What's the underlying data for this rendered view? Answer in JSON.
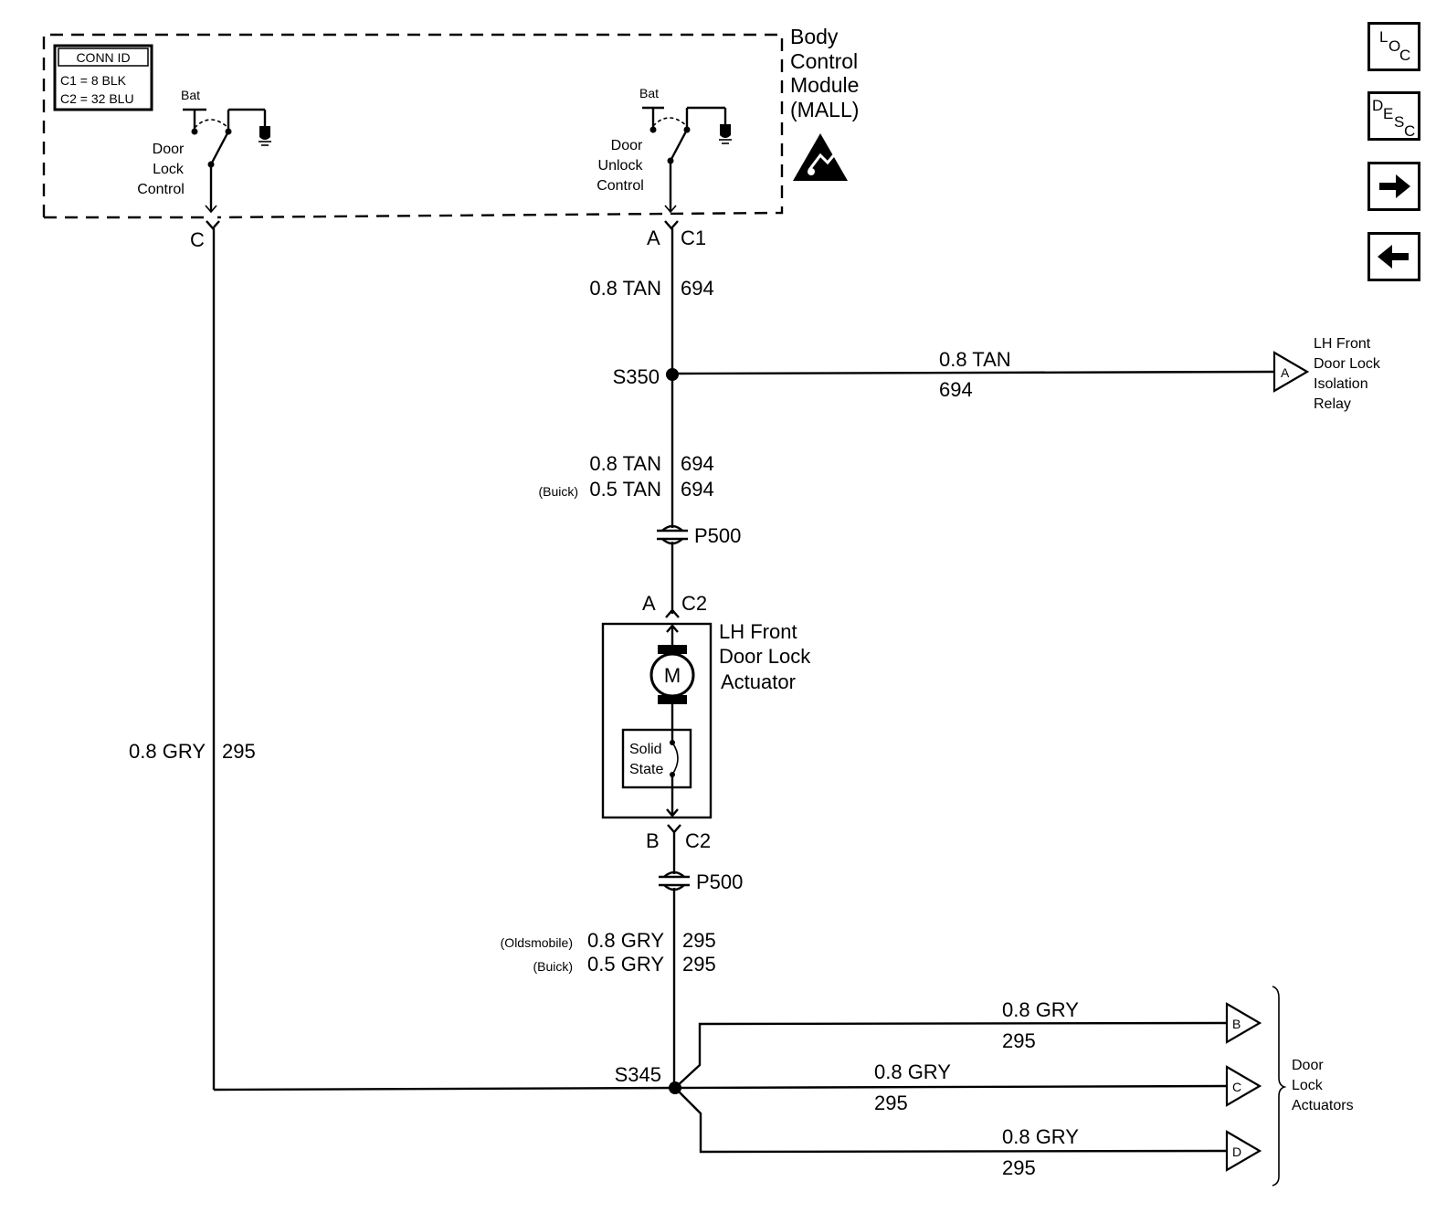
{
  "bcm": {
    "title_lines": [
      "Body",
      "Control",
      "Module",
      "(MALL)"
    ],
    "conn_id_title": "CONN ID",
    "conn_id_rows": [
      "C1 = 8 BLK",
      "C2 = 32 BLU"
    ],
    "lock_switch": {
      "bat": "Bat",
      "lines": [
        "Door",
        "Lock",
        "Control"
      ],
      "pin": "C"
    },
    "unlock_switch": {
      "bat": "Bat",
      "lines": [
        "Door",
        "Unlock",
        "Control"
      ],
      "pin": "A",
      "conn": "C1"
    }
  },
  "circuit_694": {
    "upper": {
      "wire": "0.8 TAN",
      "circuit": "694"
    },
    "splice": "S350",
    "branch": {
      "wire": "0.8 TAN",
      "circuit": "694",
      "ref": "A",
      "dest_lines": [
        "LH Front",
        "Door Lock",
        "Isolation",
        "Relay"
      ]
    },
    "lower_1": {
      "wire": "0.8 TAN",
      "circuit": "694"
    },
    "lower_2": {
      "variant": "(Buick)",
      "wire": "0.5 TAN",
      "circuit": "694"
    },
    "connector": "P500"
  },
  "actuator": {
    "pin_top": "A",
    "conn_top": "C2",
    "title_lines": [
      "LH Front",
      "Door Lock",
      "Actuator"
    ],
    "motor": "M",
    "solid_state_lines": [
      "Solid",
      "State"
    ],
    "pin_bottom": "B",
    "conn_bottom": "C2",
    "connector_bottom": "P500"
  },
  "circuit_295": {
    "left": {
      "wire": "0.8 GRY",
      "circuit": "295"
    },
    "mid_1": {
      "variant": "(Oldsmobile)",
      "wire": "0.8 GRY",
      "circuit": "295"
    },
    "mid_2": {
      "variant": "(Buick)",
      "wire": "0.5 GRY",
      "circuit": "295"
    },
    "splice": "S345",
    "branches": [
      {
        "wire": "0.8 GRY",
        "circuit": "295",
        "ref": "B"
      },
      {
        "wire": "0.8 GRY",
        "circuit": "295",
        "ref": "C"
      },
      {
        "wire": "0.8 GRY",
        "circuit": "295",
        "ref": "D"
      }
    ],
    "dest_lines": [
      "Door",
      "Lock",
      "Actuators"
    ]
  },
  "nav": {
    "loc": {
      "a": "L",
      "b": "O",
      "c": "C"
    },
    "desc": {
      "a": "D",
      "b": "E",
      "c": "S",
      "d": "C"
    }
  }
}
